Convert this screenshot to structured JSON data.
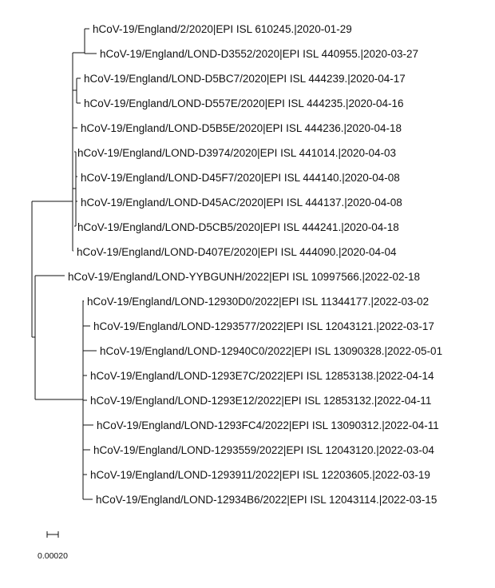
{
  "tree": {
    "tips": [
      {
        "label": "hCoV-19/England/2/2020|EPI ISL 610245.|2020-01-29"
      },
      {
        "label": "hCoV-19/England/LOND-D3552/2020|EPI ISL 440955.|2020-03-27"
      },
      {
        "label": "hCoV-19/England/LOND-D5BC7/2020|EPI ISL 444239.|2020-04-17"
      },
      {
        "label": "hCoV-19/England/LOND-D557E/2020|EPI ISL 444235.|2020-04-16"
      },
      {
        "label": "hCoV-19/England/LOND-D5B5E/2020|EPI ISL 444236.|2020-04-18"
      },
      {
        "label": "hCoV-19/England/LOND-D3974/2020|EPI ISL 441014.|2020-04-03"
      },
      {
        "label": "hCoV-19/England/LOND-D45F7/2020|EPI ISL 444140.|2020-04-08"
      },
      {
        "label": "hCoV-19/England/LOND-D45AC/2020|EPI ISL 444137.|2020-04-08"
      },
      {
        "label": "hCoV-19/England/LOND-D5CB5/2020|EPI ISL 444241.|2020-04-18"
      },
      {
        "label": "hCoV-19/England/LOND-D407E/2020|EPI ISL 444090.|2020-04-04"
      },
      {
        "label": "hCoV-19/England/LOND-YYBGUNH/2022|EPI ISL 10997566.|2022-02-18"
      },
      {
        "label": "hCoV-19/England/LOND-12930D0/2022|EPI ISL 11344177.|2022-03-02"
      },
      {
        "label": "hCoV-19/England/LOND-1293577/2022|EPI ISL 12043121.|2022-03-17"
      },
      {
        "label": "hCoV-19/England/LOND-12940C0/2022|EPI ISL 13090328.|2022-05-01"
      },
      {
        "label": "hCoV-19/England/LOND-1293E7C/2022|EPI ISL 12853138.|2022-04-14"
      },
      {
        "label": "hCoV-19/England/LOND-1293E12/2022|EPI ISL 12853132.|2022-04-11"
      },
      {
        "label": "hCoV-19/England/LOND-1293FC4/2022|EPI ISL 13090312.|2022-04-11"
      },
      {
        "label": "hCoV-19/England/LOND-1293559/2022|EPI ISL 12043120.|2022-03-04"
      },
      {
        "label": "hCoV-19/England/LOND-1293911/2022|EPI ISL 12203605.|2022-03-19"
      },
      {
        "label": "hCoV-19/England/LOND-12934B6/2022|EPI ISL 12043114.|2022-03-15"
      }
    ],
    "scale_bar": {
      "label": "0.00020"
    },
    "line_color": "#111111"
  }
}
